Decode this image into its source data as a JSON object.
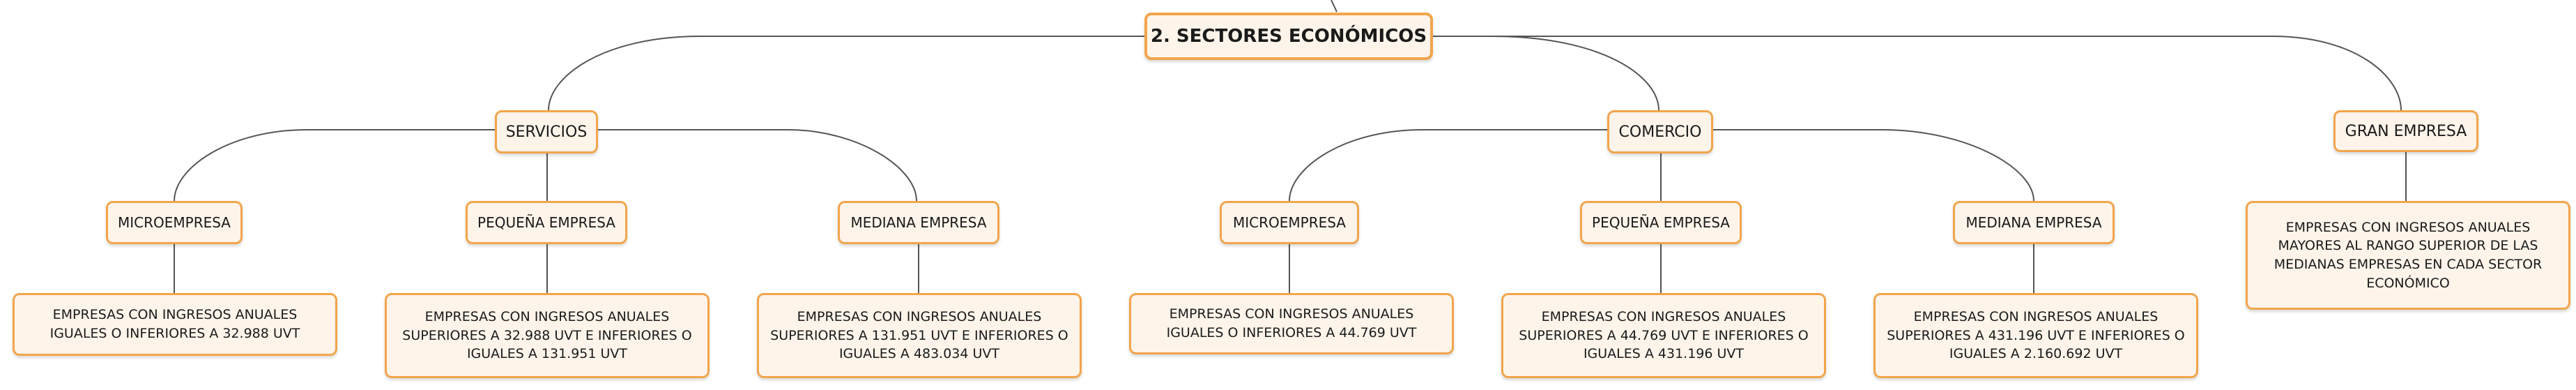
{
  "root": {
    "label": "2. SECTORES ECONÓMICOS"
  },
  "servicios": {
    "label": "SERVICIOS",
    "micro": {
      "label": "MICROEMPRESA",
      "desc": "EMPRESAS CON INGRESOS ANUALES IGUALES O INFERIORES A 32.988 UVT"
    },
    "pequena": {
      "label": "PEQUEÑA EMPRESA",
      "desc": "EMPRESAS CON INGRESOS ANUALES SUPERIORES A 32.988 UVT E INFERIORES O IGUALES A 131.951 UVT"
    },
    "mediana": {
      "label": "MEDIANA EMPRESA",
      "desc": "EMPRESAS CON INGRESOS ANUALES SUPERIORES A 131.951 UVT E INFERIORES O IGUALES A 483.034 UVT"
    }
  },
  "comercio": {
    "label": "COMERCIO",
    "micro": {
      "label": "MICROEMPRESA",
      "desc": "EMPRESAS CON INGRESOS ANUALES IGUALES O INFERIORES A 44.769 UVT"
    },
    "pequena": {
      "label": "PEQUEÑA EMPRESA",
      "desc": "EMPRESAS CON INGRESOS ANUALES SUPERIORES A 44.769 UVT E INFERIORES O IGUALES A 431.196 UVT"
    },
    "mediana": {
      "label": "MEDIANA EMPRESA",
      "desc": "EMPRESAS CON INGRESOS ANUALES SUPERIORES A 431.196 UVT E INFERIORES O IGUALES A 2.160.692 UVT"
    }
  },
  "gran_empresa": {
    "label": "GRAN EMPRESA",
    "desc": "EMPRESAS CON INGRESOS ANUALES MAYORES AL RANGO SUPERIOR DE LAS MEDIANAS EMPRESAS EN CADA SECTOR ECONÓMICO"
  },
  "colors": {
    "node_border": "#f2a54c",
    "node_fill": "#fef4ea",
    "connector": "#555555"
  }
}
